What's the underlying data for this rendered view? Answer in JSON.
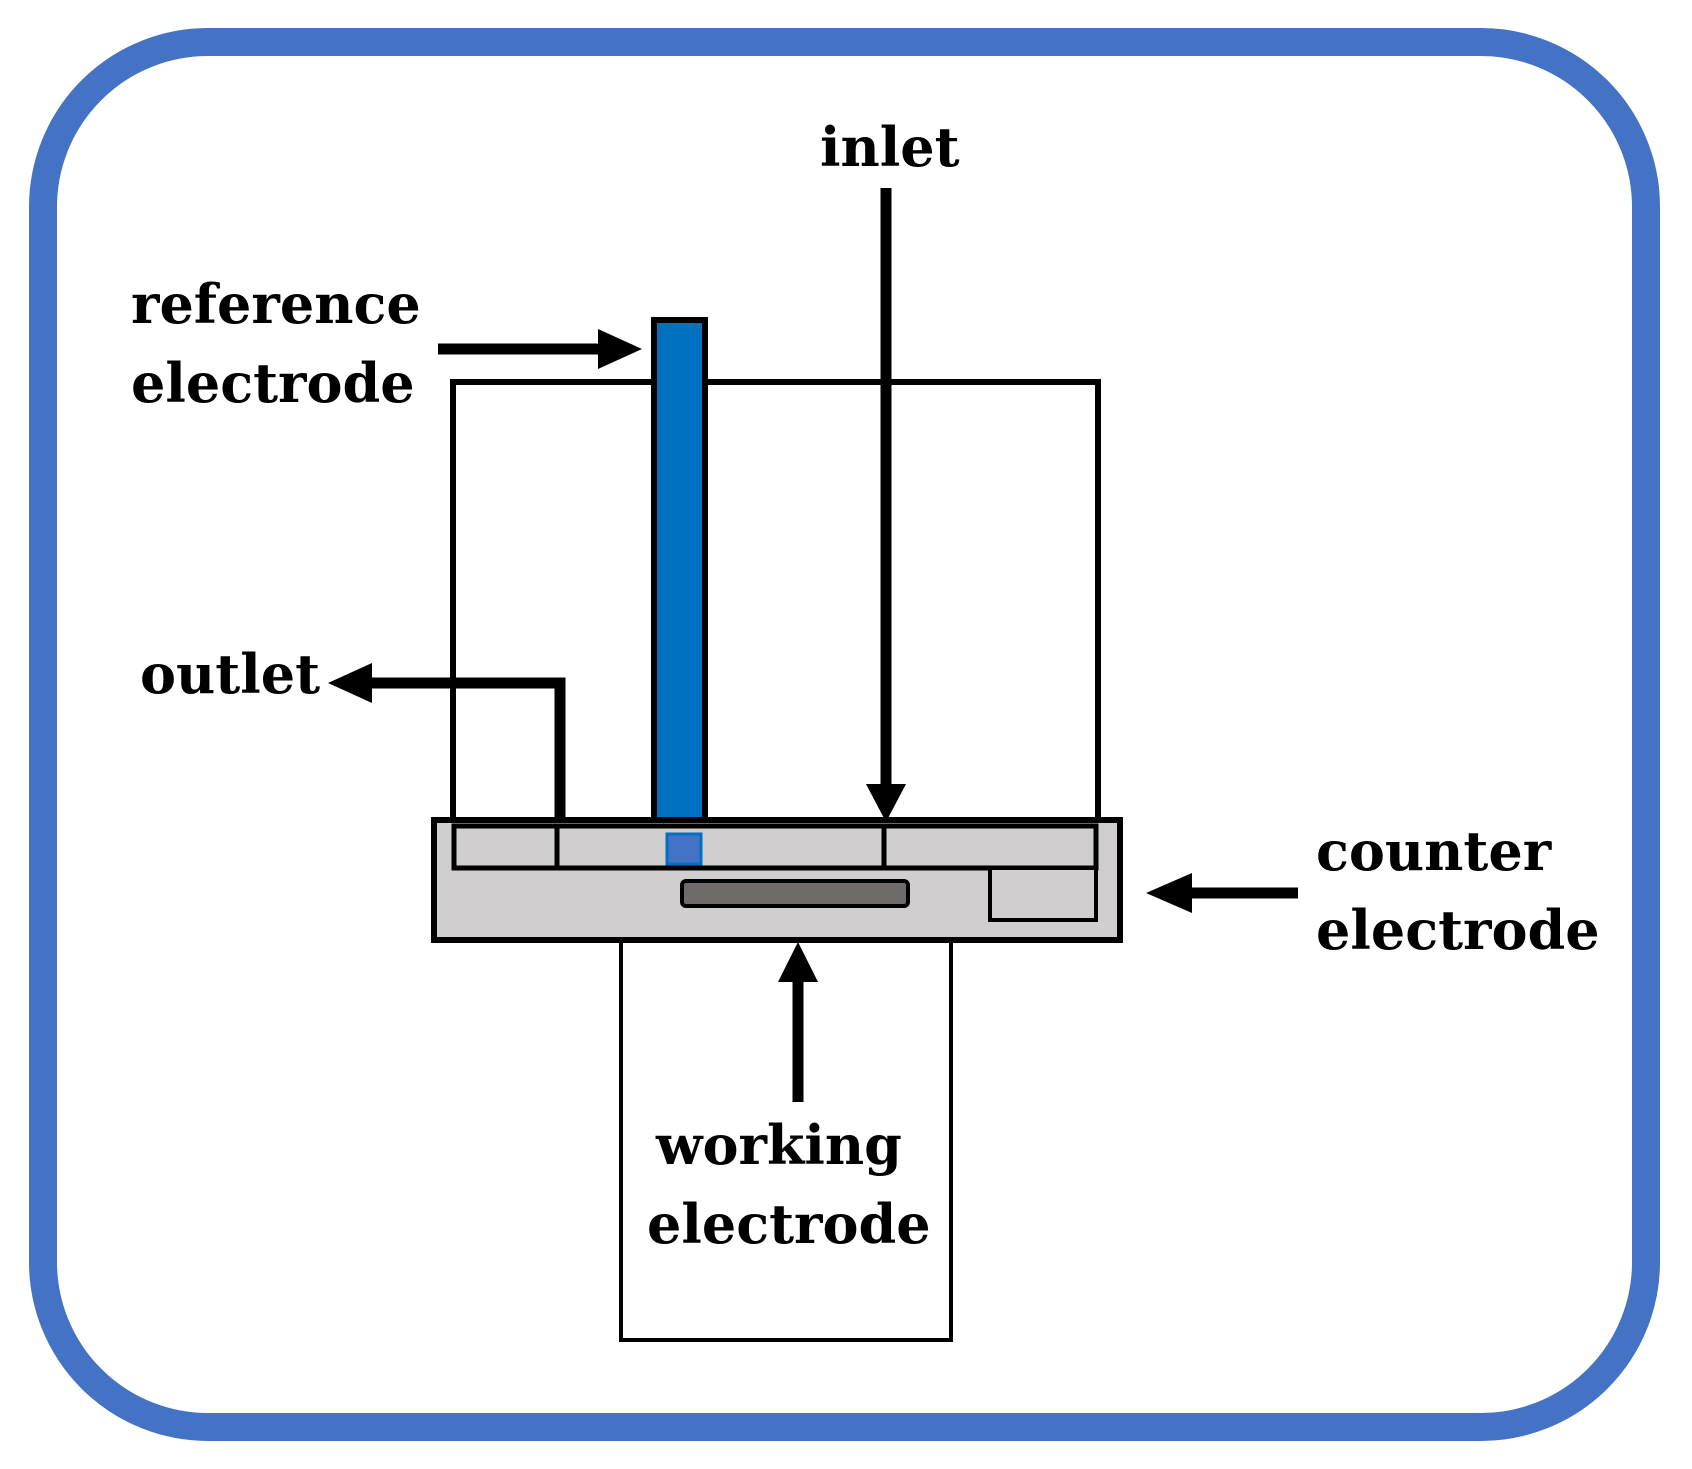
{
  "labels": {
    "inlet": "inlet",
    "reference_line1": "reference",
    "reference_line2": "electrode",
    "outlet": "outlet",
    "counter_line1": "counter",
    "counter_line2": "electrode",
    "working_line1": "working",
    "working_line2": "electrode"
  },
  "colors": {
    "frame": "#4472C4",
    "reference_electrode": "#0070C0",
    "reference_tip": "#4472C4",
    "cell_body": "#D0CECE",
    "working_electrode": "#6F6B6B",
    "stroke": "#000000"
  }
}
